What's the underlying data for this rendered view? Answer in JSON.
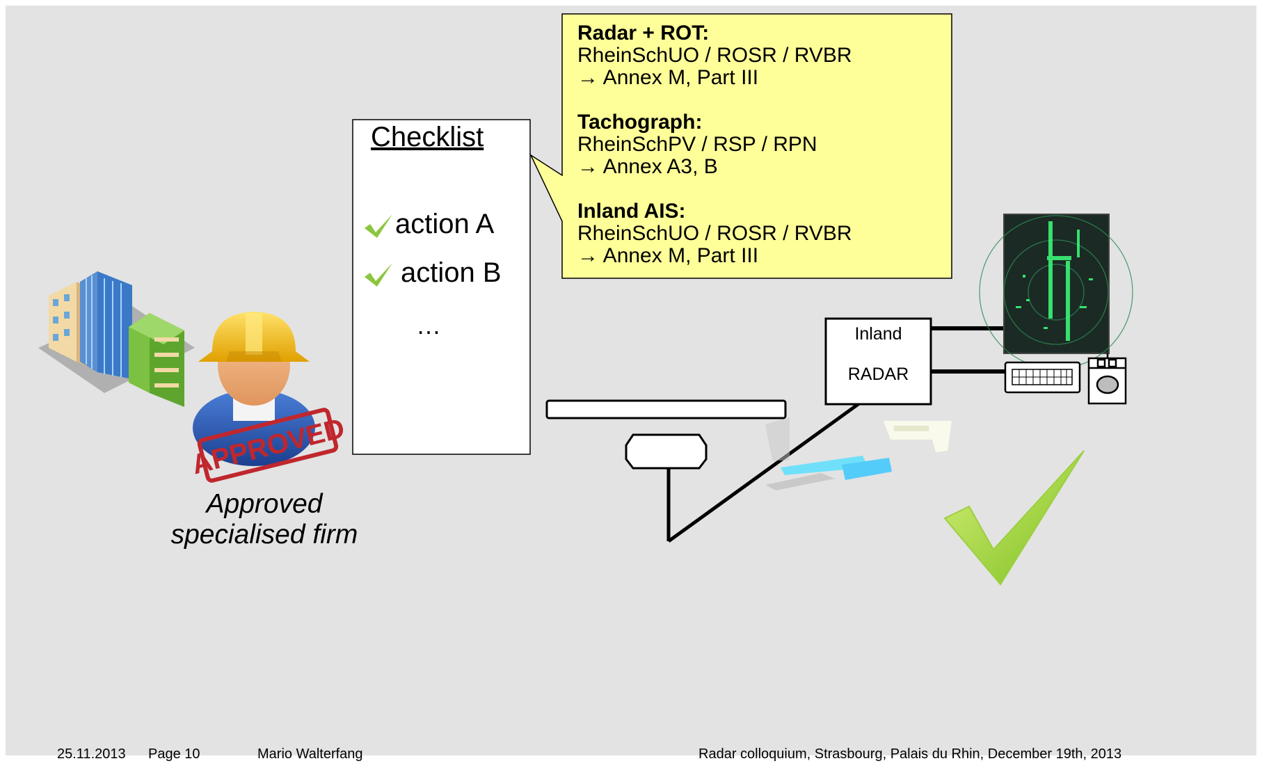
{
  "callout": {
    "sections": [
      {
        "heading": "Radar + ROT:",
        "line1": "RheinSchUO / ROSR / RVBR",
        "line2": "→ Annex M, Part III"
      },
      {
        "heading": "Tachograph:",
        "line1": "RheinSchPV / RSP / RPN",
        "line2": "→ Annex A3, B"
      },
      {
        "heading": "Inland AIS:",
        "line1": "RheinSchUO / ROSR / RVBR",
        "line2": "→ Annex M, Part III"
      }
    ]
  },
  "checklist": {
    "title": "Checklist",
    "items": [
      "action A",
      "action B"
    ],
    "ellipsis": "…"
  },
  "radar_unit": {
    "line1": "Inland",
    "line2": "RADAR"
  },
  "firm": {
    "stamp_text": "APPROVED",
    "caption_line1": "Approved",
    "caption_line2": "specialised firm"
  },
  "footer": {
    "date": "25.11.2013",
    "page": "Page 10",
    "author": "Mario Walterfang",
    "event": "Radar colloquium, Strasbourg, Palais du Rhin, December 19th, 2013"
  },
  "colors": {
    "background": "#e3e3e3",
    "callout_fill": "#ffff99",
    "check_green": "#8cc63f",
    "radar_screen_green": "#3cff7a",
    "helmet_yellow": "#f5b800",
    "stamp_red": "#c0272d"
  }
}
